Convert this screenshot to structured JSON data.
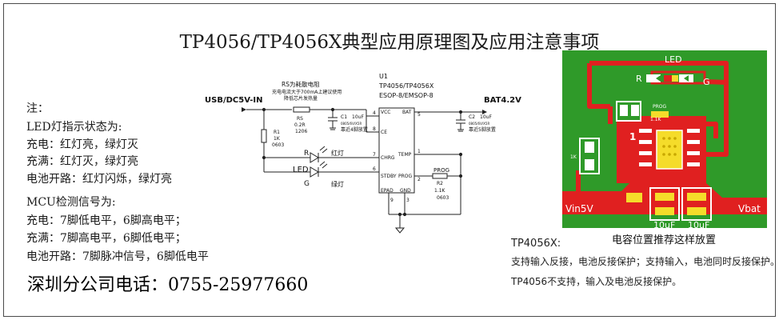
{
  "title": "TP4056/TP4056X典型应用原理图及应用注意事项",
  "notes": {
    "heading": "注：",
    "led_heading": "LED灯指示状态为:",
    "led_charging": "充电：红灯亮，绿灯灭",
    "led_full": "充满：红灯灭，绿灯亮",
    "led_open": "电池开路：红灯闪烁，绿灯亮",
    "mcu_heading": "MCU检测信号为:",
    "mcu_charging": "充电：7脚低电平，6脚高电平；",
    "mcu_full": "充满：7脚高电平，6脚低电平；",
    "mcu_open": "电池开路：7脚脉冲信号，6脚低电平"
  },
  "phone": "深圳分公司电话：0755-25977660",
  "schematic": {
    "usb_label": "USB/DC5V-IN",
    "bat_label": "BAT4.2V",
    "rs_note1": "RS为耗散电阻",
    "rs_note2": "充电电流大于700mA上建议使用",
    "rs_note3": "降低芯片发热量",
    "rs_ref": "RS",
    "rs_val": "0.2R",
    "rs_pkg": "1206",
    "r1_ref": "R1",
    "r1_val": "1K",
    "r1_pkg": "0603",
    "c1_ref": "C1",
    "c1_val": "10uF",
    "c1_spec": "0805/6V/X5R",
    "c1_note": "靠近4脚放置",
    "c2_ref": "C2",
    "c2_val": "10uF",
    "c2_spec": "0805/6V/X5R",
    "c2_note": "靠近5脚放置",
    "u1_ref": "U1",
    "u1_name": "TP4056/TP4056X",
    "u1_pkg": "ESOP-8/EMSOP-8",
    "pin_vcc": "VCC",
    "pin_bat": "BAT",
    "pin_ce": "CE",
    "pin_chrg": "CHRG",
    "pin_temp": "TEMP",
    "pin_stdby": "STDBY",
    "pin_prog": "PROG",
    "pin_epad": "EPAD",
    "pin_gnd": "GND",
    "n4": "4",
    "n8": "8",
    "n7": "7",
    "n6": "6",
    "n5": "5",
    "n1": "1",
    "n2": "2",
    "n9": "9",
    "n3": "3",
    "led_r": "R",
    "led_g": "G",
    "led_label": "LED",
    "red_lamp": "红灯",
    "green_lamp": "绿灯",
    "prog_label": "PROG",
    "r2_ref": "R2",
    "r2_val": "1.1K",
    "r2_pkg": "0603"
  },
  "pcb": {
    "led": "LED",
    "r": "R",
    "g": "G",
    "prog": "PROG",
    "r_val": "1.1K",
    "k1": "1K",
    "pin1": "1",
    "vin": "Vin5V",
    "vbat": "Vbat",
    "cap1": "10uF",
    "cap2": "10uF",
    "caption": "电容位置推荐这样放置"
  },
  "right_notes": {
    "tp4056x_heading": "TP4056X:",
    "tp4056x_desc": "支持输入反接，电池反接保护；支持输入，电池同时反接保护。",
    "tp4056_desc": "TP4056不支持，输入及电池反接保护。"
  },
  "colors": {
    "pcb_green": "#2f9a29",
    "pcb_red": "#e02020",
    "pcb_pad": "#f5dc2a"
  }
}
